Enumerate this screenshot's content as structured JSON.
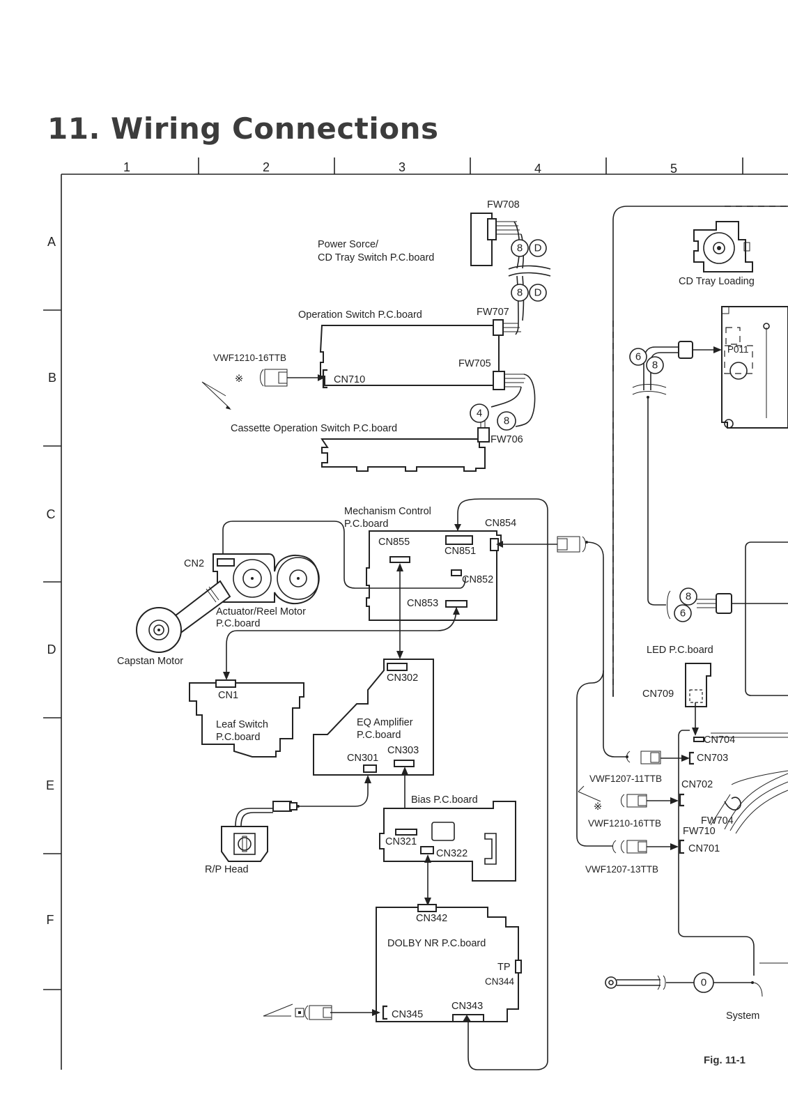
{
  "page": {
    "title": "11. Wiring Connections",
    "figure_label": "Fig. 11-1"
  },
  "grid": {
    "columns": [
      "1",
      "2",
      "3",
      "4",
      "5"
    ],
    "rows": [
      "A",
      "B",
      "C",
      "D",
      "E",
      "F"
    ]
  },
  "boards": {
    "power_source": [
      "Power Sorce/",
      "CD Tray Switch P.C.board"
    ],
    "operation_switch": "Operation Switch P.C.board",
    "cassette_operation": "Cassette Operation Switch P.C.board",
    "mechanism_control": [
      "Mechanism Control",
      "P.C.board"
    ],
    "actuator_reel": [
      "Actuator/Reel Motor",
      "P.C.board"
    ],
    "capstan_motor": "Capstan Motor",
    "leaf_switch": [
      "Leaf Switch",
      "P.C.board"
    ],
    "eq_amplifier": [
      "EQ Amplifier",
      "P.C.board"
    ],
    "bias": "Bias P.C.board",
    "rp_head": "R/P Head",
    "dolby_nr": "DOLBY NR P.C.board",
    "led": "LED P.C.board",
    "cd_tray_loading": "CD Tray Loading",
    "system": "System"
  },
  "connectors": {
    "fw708": "FW708",
    "fw707": "FW707",
    "fw705": "FW705",
    "fw706": "FW706",
    "cn710": "CN710",
    "cn854": "CN854",
    "cn855": "CN855",
    "cn851": "CN851",
    "cn852": "CN852",
    "cn853": "CN853",
    "cn2": "CN2",
    "cn1": "CN1",
    "cn302": "CN302",
    "cn301": "CN301",
    "cn303": "CN303",
    "cn321": "CN321",
    "cn322": "CN322",
    "cn342": "CN342",
    "tp": "TP",
    "cn344": "CN344",
    "cn345": "CN345",
    "cn343": "CN343",
    "cn709": "CN709",
    "cn704": "CN704",
    "cn703": "CN703",
    "cn702": "CN702",
    "fw704": "FW704",
    "fw710": "FW710",
    "cn701": "CN701",
    "p011": "P011"
  },
  "cables": {
    "vwf1210_16ttb_top": "VWF1210-16TTB",
    "vwf1207_11ttb": "VWF1207-11TTB",
    "vwf1210_16ttb_bottom": "VWF1210-16TTB",
    "vwf1207_13ttb": "VWF1207-13TTB"
  },
  "wire_markers": {
    "a_top_8": "8",
    "a_top_d": "D",
    "a_bot_8": "8",
    "a_bot_d": "D",
    "b_4": "4",
    "b_8": "8",
    "r_6": "6",
    "r_8": "8",
    "c_8": "8",
    "c_6": "6",
    "sys_0": "0"
  }
}
